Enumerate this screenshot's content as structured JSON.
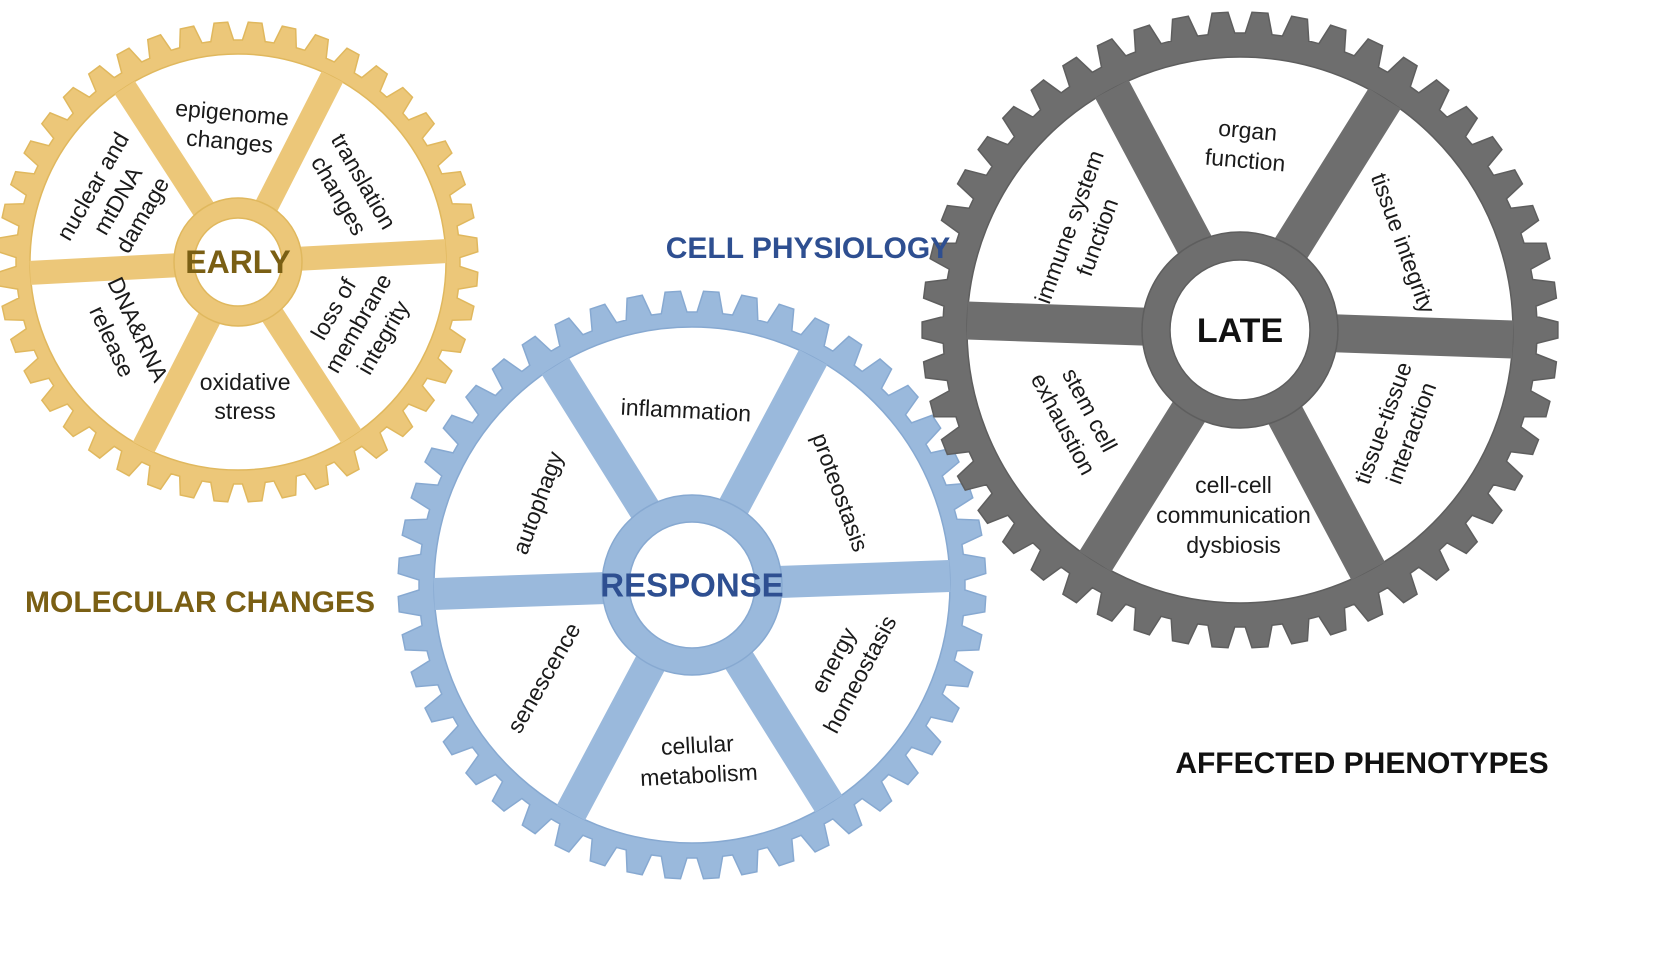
{
  "labels": {
    "molecular_changes": {
      "text": "MOLECULAR CHANGES",
      "color": "#7a5f14"
    },
    "cell_physiology": {
      "text": "CELL PHYSIOLOGY",
      "color": "#2e4f91"
    },
    "affected_phenotypes": {
      "text": "AFFECTED PHENOTYPES",
      "color": "#111111"
    }
  },
  "gears": {
    "early": {
      "hub": "EARLY",
      "hub_color": "#7a5f14",
      "color": "#ecc779",
      "sectors": [
        {
          "lines": [
            "epigenome",
            "changes"
          ]
        },
        {
          "lines": [
            "translation",
            "changes"
          ]
        },
        {
          "lines": [
            "loss of",
            "membrane",
            "integrity"
          ]
        },
        {
          "lines": [
            "oxidative",
            "stress"
          ]
        },
        {
          "lines": [
            "DNA&RNA",
            "release"
          ]
        },
        {
          "lines": [
            "nuclear and",
            "mtDNA",
            "damage"
          ]
        }
      ]
    },
    "response": {
      "hub": "RESPONSE",
      "hub_color": "#2e4f91",
      "color": "#9ab9dc",
      "sectors": [
        {
          "lines": [
            "inflammation"
          ]
        },
        {
          "lines": [
            "proteostasis"
          ]
        },
        {
          "lines": [
            "energy",
            "homeostasis"
          ]
        },
        {
          "lines": [
            "cellular",
            "metabolism"
          ]
        },
        {
          "lines": [
            "senescence"
          ]
        },
        {
          "lines": [
            "autophagy"
          ]
        }
      ]
    },
    "late": {
      "hub": "LATE",
      "hub_color": "#111111",
      "color": "#6e6e6e",
      "sectors": [
        {
          "lines": [
            "organ",
            "function"
          ]
        },
        {
          "lines": [
            "tissue integrity"
          ]
        },
        {
          "lines": [
            "tissue-tissue",
            "interaction"
          ]
        },
        {
          "lines": [
            "cell-cell",
            "communication",
            "dysbiosis"
          ]
        },
        {
          "lines": [
            "stem cell",
            "exhaustion"
          ]
        },
        {
          "lines": [
            "immune system",
            "function"
          ]
        }
      ]
    }
  }
}
